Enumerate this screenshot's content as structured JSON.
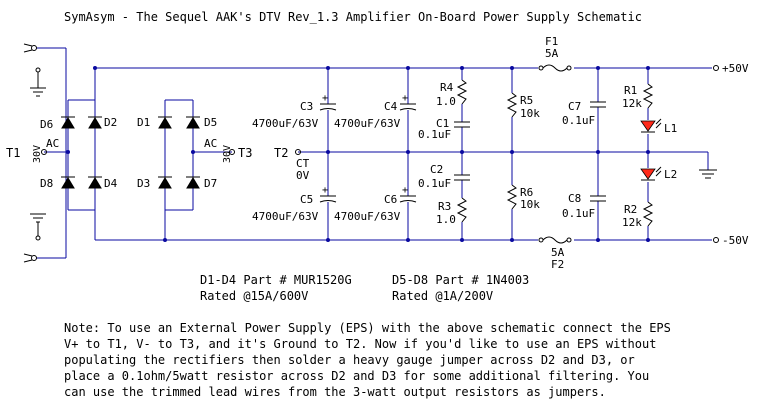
{
  "title": "SymAsym - The Sequel AAK's DTV Rev_1.3 Amplifier On-Board Power Supply Schematic",
  "rails": {
    "pos": "+50V",
    "neg": "-50V"
  },
  "transformer": {
    "t1": "T1",
    "t2": "T2",
    "t3": "T3",
    "ac": "AC",
    "v30": "30V",
    "ct": "CT",
    "ov": "0V"
  },
  "diodes": {
    "d1": "D1",
    "d2": "D2",
    "d3": "D3",
    "d4": "D4",
    "d5": "D5",
    "d6": "D6",
    "d7": "D7",
    "d8": "D8"
  },
  "caps": {
    "c3": "C3",
    "c4": "C4",
    "c5": "C5",
    "c6": "C6",
    "big": "4700uF/63V",
    "c1": "C1",
    "c2": "C2",
    "c7": "C7",
    "c8": "C8",
    "small": "0.1uF"
  },
  "resistors": {
    "r3": "R3",
    "r4": "R4",
    "r34val": "1.0",
    "r5": "R5",
    "r6": "R6",
    "r56val": "10k",
    "r1": "R1",
    "r2": "R2",
    "r12val": "12k"
  },
  "fuses": {
    "f1": "F1",
    "f2": "F2",
    "rating": "5A"
  },
  "leds": {
    "l1": "L1",
    "l2": "L2"
  },
  "parts": {
    "d1_d4": "D1-D4 Part # MUR1520G",
    "d1_d4_rating": "Rated @15A/600V",
    "d5_d8": "D5-D8 Part # 1N4003",
    "d5_d8_rating": "Rated @1A/200V"
  },
  "note": [
    "Note: To use an External Power Supply (EPS) with the above schematic connect the EPS",
    "V+ to T1, V- to T3, and it's Ground to T2. Now if you'd like to use an EPS without",
    "populating the rectifiers then solder a heavy gauge jumper across D2 and D3, or",
    "place a 0.1ohm/5watt resistor across D2 and D3 for some additional filtering. You",
    "can use the trimmed lead wires from the 3-watt output resistors as jumpers."
  ]
}
